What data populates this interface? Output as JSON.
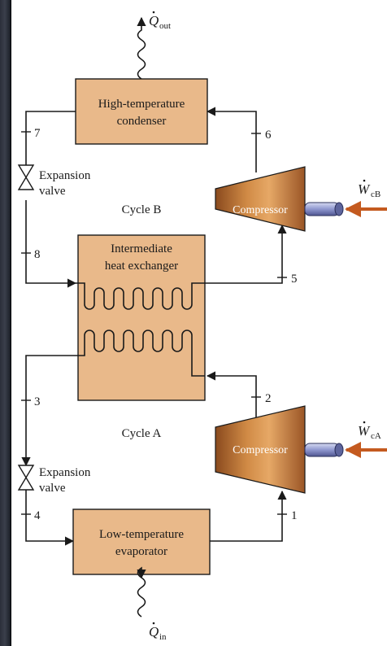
{
  "components": {
    "hp_condenser": [
      "High-temperature",
      "condenser"
    ],
    "heat_exchanger": [
      "Intermediate",
      "heat exchanger"
    ],
    "lp_evaporator": [
      "Low-temperature",
      "evaporator"
    ],
    "compressor_b": "Compressor",
    "compressor_a": "Compressor",
    "valve_b": [
      "Expansion",
      "valve"
    ],
    "valve_a": [
      "Expansion",
      "valve"
    ]
  },
  "cycles": {
    "b": "Cycle B",
    "a": "Cycle A"
  },
  "state_points": [
    "1",
    "2",
    "3",
    "4",
    "5",
    "6",
    "7",
    "8"
  ],
  "heat_transfer": {
    "q_out": {
      "symbol": "Q",
      "subscript": "out"
    },
    "q_in": {
      "symbol": "Q",
      "subscript": "in"
    }
  },
  "work": {
    "w_cb": {
      "symbol": "W",
      "subscript": "cB"
    },
    "w_ca": {
      "symbol": "W",
      "subscript": "cA"
    }
  },
  "colors": {
    "box_fill": "#e9b98a",
    "line": "#1a1a1a",
    "shaft": "#9aa3d8",
    "work_arrow": "#c45a1f"
  }
}
